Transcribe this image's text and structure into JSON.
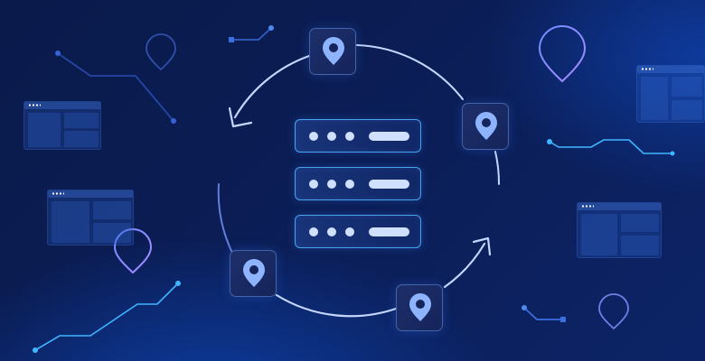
{
  "scene": {
    "description_free": true,
    "colors": {
      "background_dark": "#0a1a4a",
      "background_glow": "#0d3fa6",
      "accent_cyan": "#3fb6ff",
      "pin_light": "#8fb4ff",
      "server_border": "#4aa3f0",
      "server_fill_glyph": "#cfe0ff",
      "cycle_arc": "#c5d6ff"
    },
    "server_stack": {
      "rows": 3,
      "dots_per_row": 3,
      "icon": "server-icon"
    },
    "sync_cycle": {
      "icon": "refresh-cycle-icon",
      "arrows": 2
    },
    "location_tiles": {
      "count": 4,
      "icon": "map-pin-icon"
    },
    "background_pins": {
      "count": 4,
      "icon": "map-pin-outline-icon"
    },
    "background_windows": {
      "count": 4,
      "icon": "app-window-icon"
    }
  }
}
